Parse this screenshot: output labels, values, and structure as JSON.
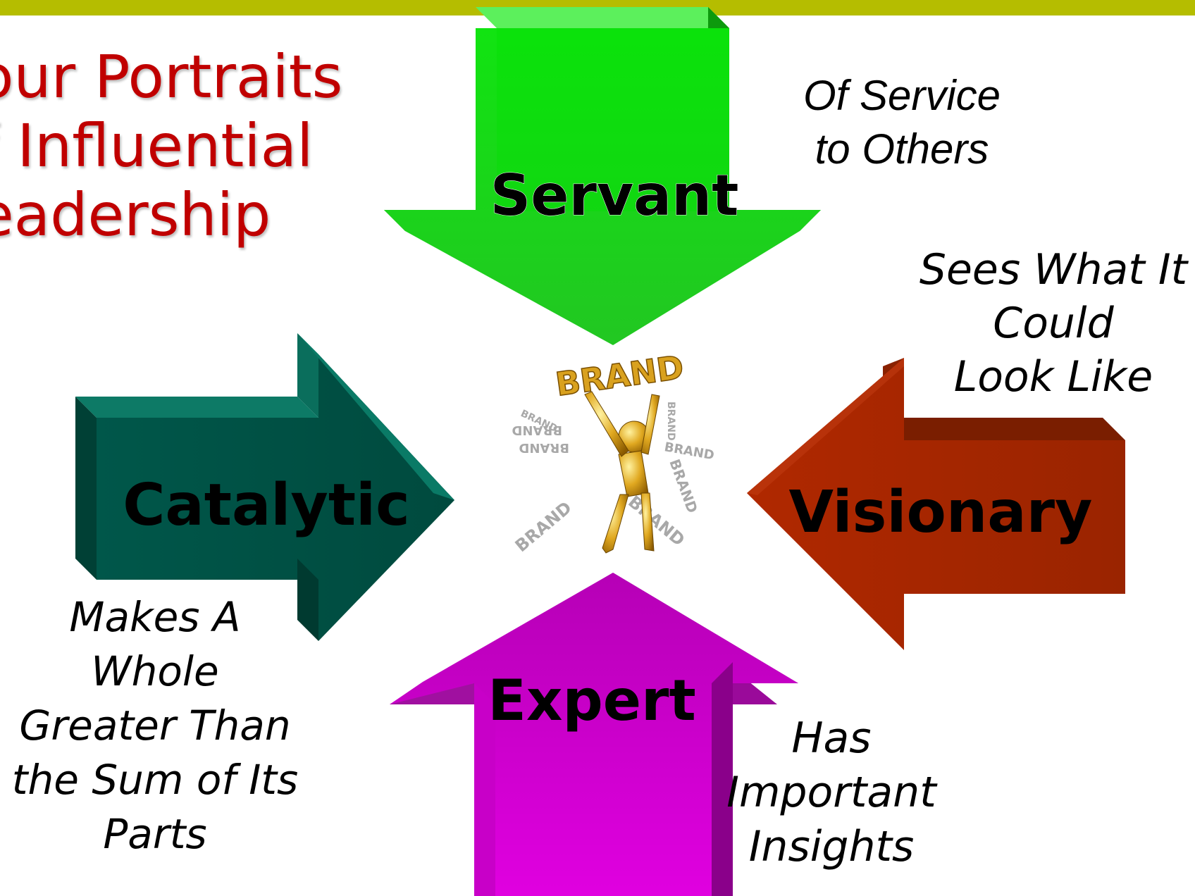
{
  "slide": {
    "title_lines": [
      "our Portraits",
      "f Influential",
      "eadership"
    ],
    "accent_bar_color": "#b5bd00",
    "title_color": "#c00000"
  },
  "arrows": {
    "servant": {
      "label": "Servant",
      "direction": "down",
      "color": "#22cc22"
    },
    "catalytic": {
      "label": "Catalytic",
      "direction": "right",
      "color": "#006050"
    },
    "visionary": {
      "label": "Visionary",
      "direction": "left",
      "color": "#a02800"
    },
    "expert": {
      "label": "Expert",
      "direction": "up",
      "color": "#c800c8"
    }
  },
  "descriptions": {
    "servant": [
      "Of Service",
      "to Others"
    ],
    "visionary": [
      "Sees What It",
      "Could",
      "Look Like"
    ],
    "catalytic": [
      "Makes A",
      "Whole",
      "Greater Than",
      "the Sum of Its",
      "Parts"
    ],
    "expert": [
      "Has",
      "Important",
      "Insights"
    ]
  },
  "center_figure": {
    "held_word": "BRAND",
    "scattered_words": [
      "BRAND",
      "BRAND",
      "BRAND",
      "BRAND",
      "BRAND",
      "BRAND",
      "BRAND",
      "BRAND"
    ]
  }
}
